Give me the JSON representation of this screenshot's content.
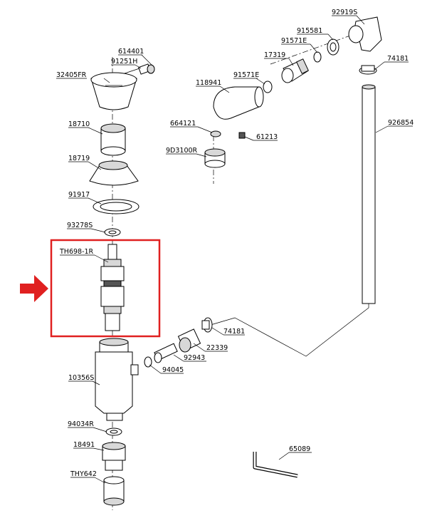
{
  "highlight": {
    "box_color": "#e02020",
    "arrow_color": "#e02020"
  },
  "labels": {
    "p614401": "614401",
    "p91251H": "91251H",
    "p32405FR": "32405FR",
    "p18710": "18710",
    "p18719": "18719",
    "p91917": "91917",
    "p93278S": "93278S",
    "pTH698": "TH698-1R",
    "p10356S": "10356S",
    "p94034R": "94034R",
    "p18491": "18491",
    "pTHY642": "THY642",
    "p92919S": "92919S",
    "p915581": "915581",
    "p91571E_a": "91571E",
    "p17319": "17319",
    "p74181_a": "74181",
    "p91571E_b": "91571E",
    "p118941": "118941",
    "p926854": "926854",
    "p664121": "664121",
    "p61213": "61213",
    "p9D3100R": "9D3100R",
    "p74181_b": "74181",
    "p22339": "22339",
    "p92943": "92943",
    "p94045": "94045",
    "p65089": "65089"
  }
}
